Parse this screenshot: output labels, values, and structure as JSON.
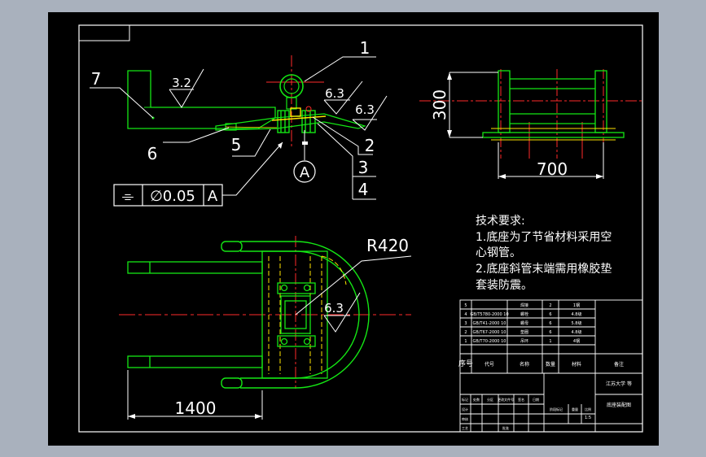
{
  "balloons": [
    "1",
    "2",
    "3",
    "4",
    "5",
    "6",
    "7"
  ],
  "roughness": [
    "3.2",
    "6.3",
    "6.3",
    "6.3"
  ],
  "datum": "A",
  "tolerance": {
    "symbol": "⌯",
    "value": "∅0.05",
    "datum": "A"
  },
  "dimensions": {
    "height": "300",
    "width": "700",
    "length": "1400",
    "radius": "R420"
  },
  "notes": {
    "title": "技术要求:",
    "line1": "1.底座为了节省材料采用空",
    "line2": "心钢管。",
    "line3": "2.底座斜管末端需用橡胶垫",
    "line4": "套装防震。"
  },
  "title_block": {
    "rows": [
      {
        "no": "5",
        "code": "",
        "name": "焊接",
        "qty": "2",
        "note": "1钢"
      },
      {
        "no": "4",
        "code": "GB/T5780-2000 10",
        "name": "螺栓",
        "qty": "6",
        "note": "4.8级"
      },
      {
        "no": "3",
        "code": "GB/T41-2000 10",
        "name": "螺母",
        "qty": "6",
        "note": "5.8级"
      },
      {
        "no": "2",
        "code": "GB/T67-2000 10",
        "name": "垫圈",
        "qty": "6",
        "note": "4.8级"
      },
      {
        "no": "1",
        "code": "GB/T70-2000 10",
        "name": "吊环",
        "qty": "1",
        "note": "4钢"
      }
    ],
    "header": {
      "no": "序号",
      "code": "代号",
      "name": "名称",
      "qty": "数量",
      "material": "材料",
      "note": "备注"
    },
    "company": "江苏大学 等",
    "drawing_name": "底座装配图",
    "scale": "1:5",
    "labels": [
      "标记",
      "处数",
      "分区",
      "更改文件号",
      "签名",
      "日期",
      "设计",
      "审核",
      "工艺",
      "批准",
      "阶段标记",
      "重量",
      "比例"
    ]
  }
}
